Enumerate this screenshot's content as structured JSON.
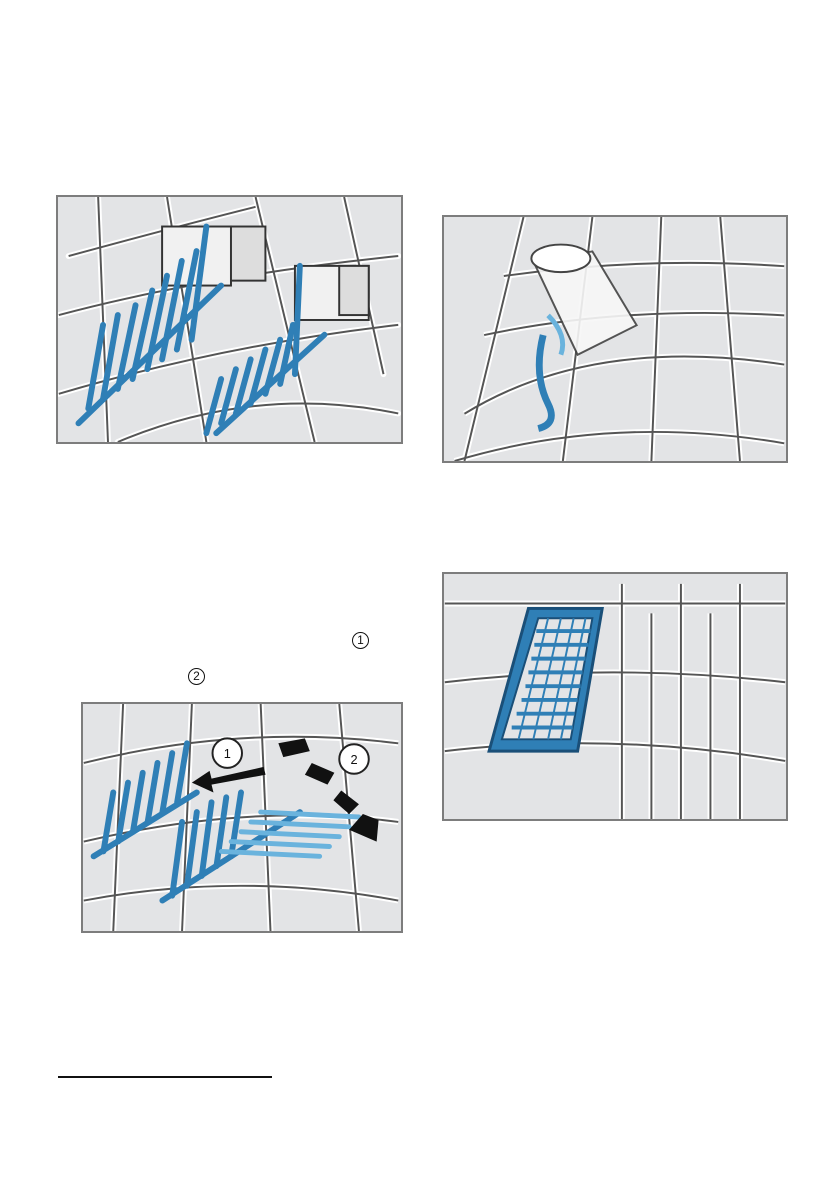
{
  "page": {
    "callouts": [
      "1",
      "2"
    ]
  },
  "figures": {
    "fig1": {
      "icon": "dish-rack-tines-icon"
    },
    "fig2": {
      "icon": "glass-holder-icon"
    },
    "fig3": {
      "icon": "fold-tines-icon",
      "labels": [
        "1",
        "2"
      ]
    },
    "fig4": {
      "icon": "cutlery-basket-icon"
    }
  },
  "colors": {
    "accent": "#2f7fb6",
    "accent_light": "#6ab3dd",
    "frame": "#7d7d7d",
    "panel": "#e3e4e6"
  }
}
